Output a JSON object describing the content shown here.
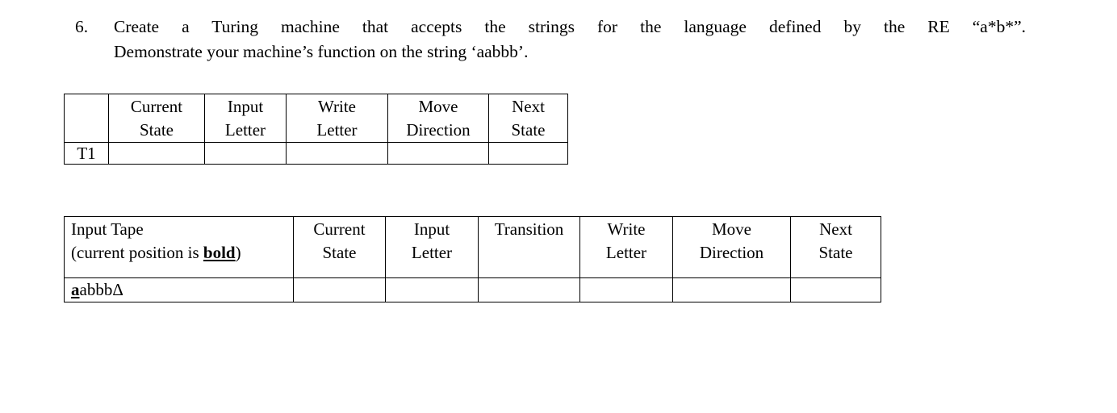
{
  "question": {
    "number": "6.",
    "line1": "Create a Turing machine that accepts the strings for the language defined by the RE “a*b*”.",
    "line2": "Demonstrate your machine’s function on the string ‘aabbb’."
  },
  "transition_table": {
    "headers": [
      {
        "line1": "",
        "line2": ""
      },
      {
        "line1": "Current",
        "line2": "State"
      },
      {
        "line1": "Input",
        "line2": "Letter"
      },
      {
        "line1": "Write",
        "line2": "Letter"
      },
      {
        "line1": "Move",
        "line2": "Direction"
      },
      {
        "line1": "Next",
        "line2": "State"
      }
    ],
    "rows": [
      {
        "label": "T1",
        "cells": [
          "",
          "",
          "",
          "",
          ""
        ]
      }
    ]
  },
  "trace_table": {
    "headers": [
      {
        "line1": "Input Tape",
        "line2": "(current position is bold)",
        "line2_prefix": "(current position is ",
        "line2_emph": "bold",
        "line2_suffix": ")"
      },
      {
        "line1": "Current",
        "line2": "State"
      },
      {
        "line1": "Input",
        "line2": "Letter"
      },
      {
        "line1": "Transition",
        "line2": ""
      },
      {
        "line1": "Write",
        "line2": "Letter"
      },
      {
        "line1": "Move",
        "line2": "Direction"
      },
      {
        "line1": "Next",
        "line2": "State"
      }
    ],
    "rows": [
      {
        "tape_full": "aabbbΔ",
        "tape_head": "a",
        "tape_rest": "abbbΔ",
        "cells": [
          "",
          "",
          "",
          "",
          "",
          ""
        ]
      }
    ]
  },
  "colors": {
    "text": "#000000",
    "border": "#000000",
    "background": "#ffffff"
  }
}
